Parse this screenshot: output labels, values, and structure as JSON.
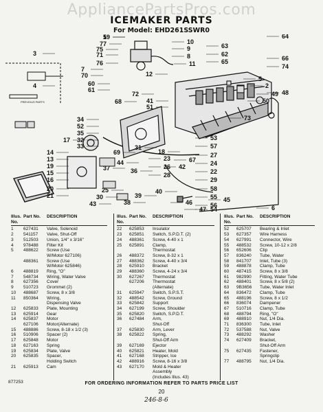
{
  "watermark": "AppliancePartsPros.com",
  "title": "ICEMAKER PARTS",
  "subtitle": "For Model: EHD261SSWR0",
  "diagram": {
    "inset_label": "PREVIOUS PARTS",
    "callouts": [
      "1",
      "77",
      "75",
      "71",
      "76",
      "7",
      "70",
      "60",
      "61",
      "12",
      "10",
      "9",
      "8",
      "11",
      "64",
      "63",
      "62",
      "65",
      "66",
      "74",
      "3",
      "4",
      "72",
      "41",
      "51",
      "34",
      "52",
      "35",
      "32",
      "33",
      "68",
      "17",
      "14",
      "13",
      "19",
      "15",
      "16",
      "20",
      "21",
      "53",
      "57",
      "27",
      "24",
      "22",
      "29",
      "58",
      "55",
      "56",
      "54",
      "28",
      "26",
      "23",
      "25",
      "30",
      "43",
      "38",
      "39",
      "40",
      "42",
      "67",
      "69",
      "18",
      "31",
      "36",
      "37",
      "44",
      "45",
      "46",
      "47",
      "48",
      "49",
      "50",
      "73",
      "2",
      "5",
      "6",
      "59"
    ]
  },
  "tables": [
    {
      "headers": [
        "Illus. No.",
        "Part No.",
        "DESCRIPTION"
      ],
      "rows": [
        [
          "1",
          "627431",
          "Valve, Solenoid"
        ],
        [
          "2",
          "541157",
          "Valve, Shut-Off"
        ],
        [
          "3",
          "512503",
          "Union, 1/4\" x 3/16\""
        ],
        [
          "4",
          "978488",
          "Filter Kit"
        ],
        [
          "5",
          "488622",
          "Screw (Use"
        ],
        [
          "",
          "",
          "W/Motor 627106)"
        ],
        [
          "",
          "488361",
          "Screw (Use"
        ],
        [
          "",
          "",
          "W/Motor 625846)"
        ],
        [
          "6",
          "488819",
          "Ring, \"O\""
        ],
        [
          "7",
          "548734",
          "Wiring, Water Valve"
        ],
        [
          "8",
          "627356",
          "Cover"
        ],
        [
          "9",
          "510723",
          "Grommet (2)"
        ],
        [
          "10",
          "488687",
          "Screw, 8 x 3/8"
        ],
        [
          "11",
          "850364",
          "Wiring,"
        ],
        [
          "",
          "",
          "Dispensing Valve"
        ],
        [
          "12",
          "625833",
          "Plate, Mounting"
        ],
        [
          "13",
          "625914",
          "Gear"
        ],
        [
          "14",
          "625837",
          "Motor"
        ],
        [
          "",
          "627106",
          "Motor(Alternate)"
        ],
        [
          "15",
          "488886",
          "Screw, 8-18 x 1/2 (3)"
        ],
        [
          "16",
          "510906",
          "Spacer (2)"
        ],
        [
          "17",
          "625848",
          "Motor"
        ],
        [
          "18",
          "627163",
          "Spring"
        ],
        [
          "19",
          "625834",
          "Plate, Valve"
        ],
        [
          "20",
          "625835",
          "Spacer,"
        ],
        [
          "",
          "",
          "Holding Switch"
        ],
        [
          "21",
          "625913",
          "Cam"
        ]
      ]
    },
    {
      "headers": [
        "Illus. No.",
        "Part No.",
        "DESCRIPTION"
      ],
      "rows": [
        [
          "22",
          "625853",
          "Insulator"
        ],
        [
          "23",
          "625851",
          "Switch, S.P.D.T. (2)"
        ],
        [
          "24",
          "488361",
          "Screw, 4-40 x 1"
        ],
        [
          "25",
          "625891",
          "Clamp,"
        ],
        [
          "",
          "",
          "Thermostat"
        ],
        [
          "26",
          "488372",
          "Screw, 8-32 x 1"
        ],
        [
          "27",
          "488362",
          "Screw, 4-40 x 3/4"
        ],
        [
          "28",
          "625910",
          "Bracket"
        ],
        [
          "29",
          "488360",
          "Screw, 4-24 x 3/4"
        ],
        [
          "30",
          "627267",
          "Thermostat"
        ],
        [
          "",
          "627206",
          "Thermostat"
        ],
        [
          "",
          "",
          "(Alternate)"
        ],
        [
          "31",
          "625947",
          "Switch, S.P.S.T."
        ],
        [
          "32",
          "488542",
          "Screw, Ground"
        ],
        [
          "33",
          "625842",
          "Support"
        ],
        [
          "34",
          "627199",
          "Screw, Shoulder"
        ],
        [
          "35",
          "625820",
          "Switch, S.P.D.T."
        ],
        [
          "36",
          "627484",
          "Arm,"
        ],
        [
          "",
          "",
          "Shut-Off"
        ],
        [
          "37",
          "625830",
          "Arm, Lever"
        ],
        [
          "38",
          "625822",
          "Spring,"
        ],
        [
          "",
          "",
          "Shut-Off Arm"
        ],
        [
          "39",
          "627169",
          "Ejector"
        ],
        [
          "40",
          "625821",
          "Heater, Mold"
        ],
        [
          "41",
          "627168",
          "Stripper, Ice"
        ],
        [
          "42",
          "488916",
          "Screw, 8-16 x 3/8"
        ],
        [
          "43",
          "627170",
          "Mold & Heater"
        ],
        [
          "",
          "",
          "Assembly"
        ],
        [
          "",
          "",
          "(Includes Illus. 43)"
        ]
      ]
    },
    {
      "headers": [
        "Illus. No.",
        "Part No.",
        "DESCRIPTION"
      ],
      "rows": [
        [
          "52",
          "625707",
          "Bearing & Inlet"
        ],
        [
          "53",
          "627357",
          "Wire Harness"
        ],
        [
          "54",
          "627991",
          "Connector, Wire"
        ],
        [
          "55",
          "488532",
          "Screw, 10-12 x 2/8"
        ],
        [
          "56",
          "652606",
          "Clip"
        ],
        [
          "57",
          "836240",
          "Tube, Water"
        ],
        [
          "58",
          "841707",
          "Inlet, Tube (3)"
        ],
        [
          "59",
          "488878",
          "Clamp, Tube"
        ],
        [
          "60",
          "487415",
          "Screw, 8 x 3/8"
        ],
        [
          "61",
          "982990",
          "Fitting, Water Tube"
        ],
        [
          "62",
          "488401",
          "Screw, 8 x 5/8 (2)"
        ],
        [
          "63",
          "9B3656",
          "Tube, Water Inlet"
        ],
        [
          "64",
          "836472",
          "Clamp, Tube"
        ],
        [
          "65",
          "488196",
          "Screw, 8 x 1/2"
        ],
        [
          "66",
          "836074",
          "Dampener"
        ],
        [
          "67",
          "510716",
          "Clamp, Tube"
        ],
        [
          "68",
          "488794",
          "Ring, \"O\""
        ],
        [
          "69",
          "488910",
          "Nut, 1/4 Dia."
        ],
        [
          "71",
          "836300",
          "Tube, Inlet"
        ],
        [
          "72",
          "537588",
          "Nut, Valve"
        ],
        [
          "73",
          "488292",
          "Washer"
        ],
        [
          "74",
          "627409",
          "Bracket,"
        ],
        [
          "",
          "",
          "Shut-Off Arm"
        ],
        [
          "75",
          "627435",
          "Fastener,"
        ],
        [
          "",
          "",
          "Springclip"
        ],
        [
          "77",
          "488795",
          "Nut, 1/4 Dia."
        ]
      ]
    }
  ],
  "footer": "FOR ORDERING INFORMATION REFER TO PARTS PRICE LIST",
  "page_number": "20",
  "doc_code": "877253",
  "handwritten": "246-8-6"
}
